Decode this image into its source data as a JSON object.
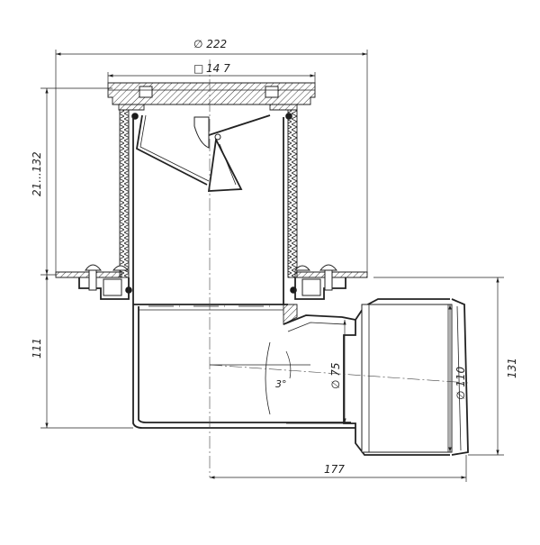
{
  "dimensions": {
    "overall_diameter": "∅ 222",
    "grate_size": "14 7",
    "grate_square_symbol": "□",
    "height_adjust": "21...132",
    "body_height": "111",
    "outlet_offset": "131",
    "outlet_run": "177",
    "inner_diameter": "∅ 75",
    "outlet_diameter": "∅ 110",
    "slope": "3°"
  }
}
